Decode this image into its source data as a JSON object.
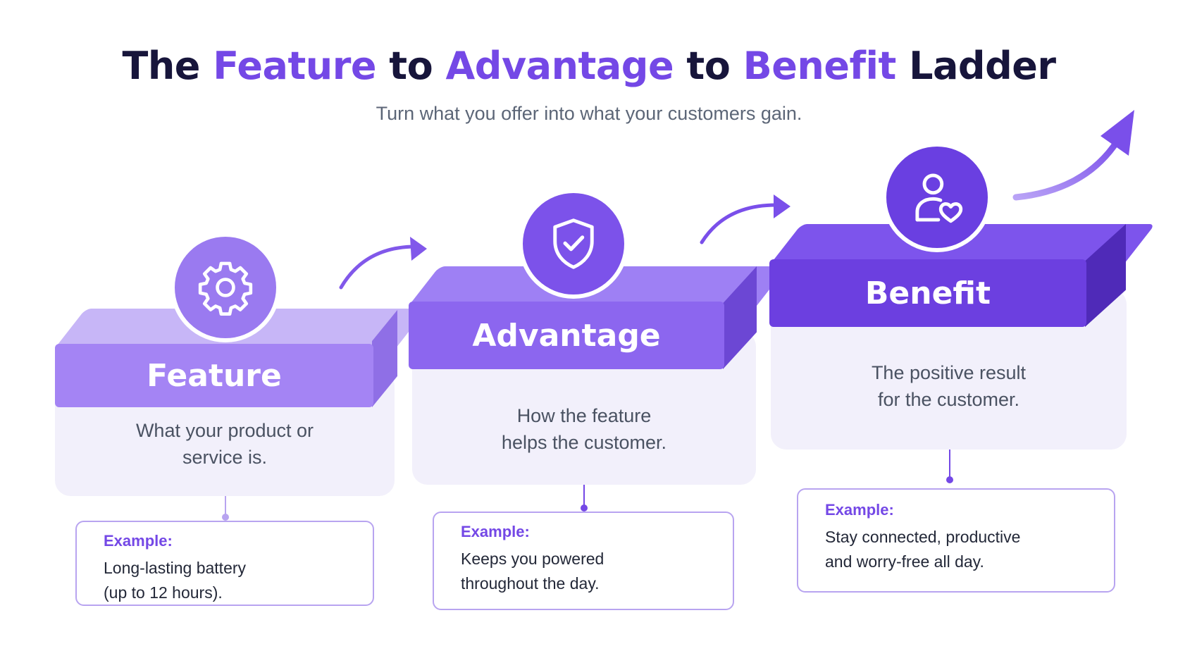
{
  "header": {
    "title_parts": [
      "The ",
      "Feature",
      " to ",
      "Advantage",
      " to ",
      "Benefit",
      " Ladder"
    ],
    "subtitle": "Turn what you offer into what your customers gain."
  },
  "steps": [
    {
      "label": "Feature",
      "description": "What your product or\nservice is.",
      "icon": "gear-icon",
      "example_label": "Example:",
      "example_text": "Long-lasting battery\n(up to 12 hours)."
    },
    {
      "label": "Advantage",
      "description": "How the feature\nhelps the customer.",
      "icon": "shield-check-icon",
      "example_label": "Example:",
      "example_text": "Keeps you powered\nthroughout the day."
    },
    {
      "label": "Benefit",
      "description": "The positive result\nfor the customer.",
      "icon": "user-heart-icon",
      "example_label": "Example:",
      "example_text": "Stay connected, productive\nand worry-free all day."
    }
  ],
  "colors": {
    "title_dark": "#17153b",
    "accent": "#7448e6",
    "feature_block": "#a484f4",
    "advantage_block": "#8c66ef",
    "benefit_block": "#6c3fe0",
    "card_bg": "#f2f0fb"
  }
}
